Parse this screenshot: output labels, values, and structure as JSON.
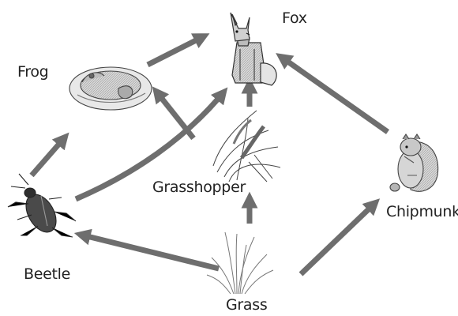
{
  "diagram": {
    "labels": {
      "fox": "Fox",
      "frog": "Frog",
      "grasshopper": "Grasshopper",
      "chipmunk": "Chipmunk",
      "beetle": "Beetle",
      "grass": "Grass"
    },
    "arrows": [
      {
        "from": "Grass",
        "to": "Beetle"
      },
      {
        "from": "Grass",
        "to": "Grasshopper"
      },
      {
        "from": "Grass",
        "to": "Chipmunk"
      },
      {
        "from": "Beetle",
        "to": "Frog"
      },
      {
        "from": "Beetle",
        "to": "Fox"
      },
      {
        "from": "Grasshopper",
        "to": "Frog"
      },
      {
        "from": "Grasshopper",
        "to": "Fox"
      },
      {
        "from": "Frog",
        "to": "Fox"
      },
      {
        "from": "Chipmunk",
        "to": "Fox"
      }
    ],
    "colors": {
      "arrow": "#6e6e6e",
      "text": "#222222"
    },
    "icons": [
      "fox-icon",
      "frog-icon",
      "grasshopper-icon",
      "chipmunk-icon",
      "beetle-icon",
      "grass-icon"
    ]
  }
}
